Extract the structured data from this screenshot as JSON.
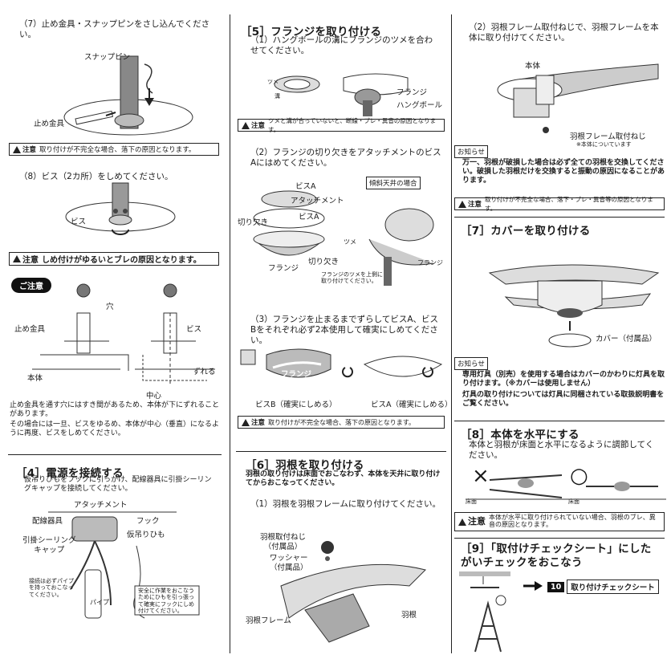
{
  "col1": {
    "step7": "（7）止め金具・スナップピンをさし込んでください。",
    "snap_pin": "スナップピン",
    "stop_fitting": "止め金具",
    "caution_label": "注意",
    "caution7": "取り付けが不完全な場合、落下の原因となります。",
    "step8": "（8）ビス（2カ所）をしめてください。",
    "screw": "ビス",
    "caution8": "しめ付けがゆるいとブレの原因となります。",
    "notice_pill": "ご注意",
    "hole": "穴",
    "stop_fitting2": "止め金具",
    "screw2": "ビス",
    "body": "本体",
    "shift": "ずれる",
    "center": "中心",
    "notice_text1": "止め金具を通す穴にはすき間があるため、本体が下にずれることがあります。",
    "notice_text2": "その場合には一旦、ビスをゆるめ、本体が中心（垂直）になるように再度、ビスをしめてください。",
    "sec4_title": "［4］電源を接続する",
    "sec4_text": "仮吊りひもをフックに引っかけ、配線器具に引掛シーリングキャップを接続してください。",
    "attachment": "アタッチメント",
    "wiring": "配線器具",
    "hook": "フック",
    "temp_cord": "仮吊りひも",
    "ceiling_cap": "引掛シーリング\nキャップ",
    "pipe_note": "接続は必ずパイプを持っておこなってください。",
    "pipe": "パイプ",
    "safety_note": "安全に作業をおこなうためにひもを引っ張って確実にフックにしめ付けてください。"
  },
  "col2": {
    "sec5_title": "［5］フランジを取り付ける",
    "step1": "（1）ハングボールの溝にフランジのツメを合わせてください。",
    "claw": "ツメ",
    "groove": "溝",
    "flange": "フランジ",
    "hang_ball": "ハングボール",
    "caution_label": "注意",
    "caution1": "ツメと溝が合っていないと、断線・ブレ・異音の原因となります。",
    "step2": "（2）フランジの切り欠きをアタッチメントのビスAにはめてください。",
    "slope_box": "傾斜天井の場合",
    "screwA": "ビスA",
    "attachment": "アタッチメント",
    "notch": "切り欠き",
    "screwA2": "ビスA",
    "flange2": "フランジ",
    "notch2": "切り欠き",
    "claw2": "ツメ",
    "flange3": "フランジ",
    "claw_note": "フランジのツメを上側に取り付けてください。",
    "step3": "（3）フランジを止まるまでずらしてビスA、ビスBをそれぞれ必ず2本使用して確実にしめてください。",
    "flange4": "フランジ",
    "screwB": "ビスB（確実にしめる）",
    "screwA3": "ビスA（確実にしめる）",
    "caution3": "取り付けが不完全な場合、落下の原因となります。",
    "sec6_title": "［6］羽根を取り付ける",
    "sec6_text": "羽根の取り付けは床面でおこなわず、本体を天井に取り付けてからおこなってください。",
    "step6_1": "（1）羽根を羽根フレームに取り付けてください。",
    "blade_screw": "羽根取付ねじ\n（付属品）",
    "washer": "ワッシャー\n（付属品）",
    "blade_frame": "羽根フレーム",
    "blade": "羽根"
  },
  "col3": {
    "step2": "（2）羽根フレーム取付ねじで、羽根フレームを本体に取り付けてください。",
    "body": "本体",
    "frame_screw": "羽根フレーム取付ねじ",
    "frame_screw_note": "※本体についています",
    "notice_tag": "お知らせ",
    "notice_text": "万一、羽根が破損した場合は必ず全ての羽根を交換してください。破損した羽根だけを交換すると振動の原因になることがあります。",
    "caution_label": "注意",
    "caution_a": "取り付けが不完全な場合、落下・ブレ・異音等の原因となります。",
    "sec7_title": "［7］カバーを取り付ける",
    "cover": "カバー（付属品）",
    "notice_tag2": "お知らせ",
    "notice_text2a": "専用灯具（別売）を使用する場合はカバーのかわりに灯具を取り付けます。（※カバーは使用しません）",
    "notice_text2b": "灯具の取り付けについては灯具に同梱されている取扱説明書をご覧ください。",
    "sec8_title": "［8］本体を水平にする",
    "sec8_text": "本体と羽根が床面と水平になるように調節してください。",
    "bad": "×",
    "good": "○",
    "floor": "床面",
    "floor2": "床面",
    "caution8": "本体が水平に取り付けられていない場合、羽根のブレ、異音の原因となります。",
    "sec9_title": "［9］「取付けチェックシート」にしたがいチェックをおこなう",
    "check_num": "10",
    "check_label": "取り付けチェックシート"
  }
}
